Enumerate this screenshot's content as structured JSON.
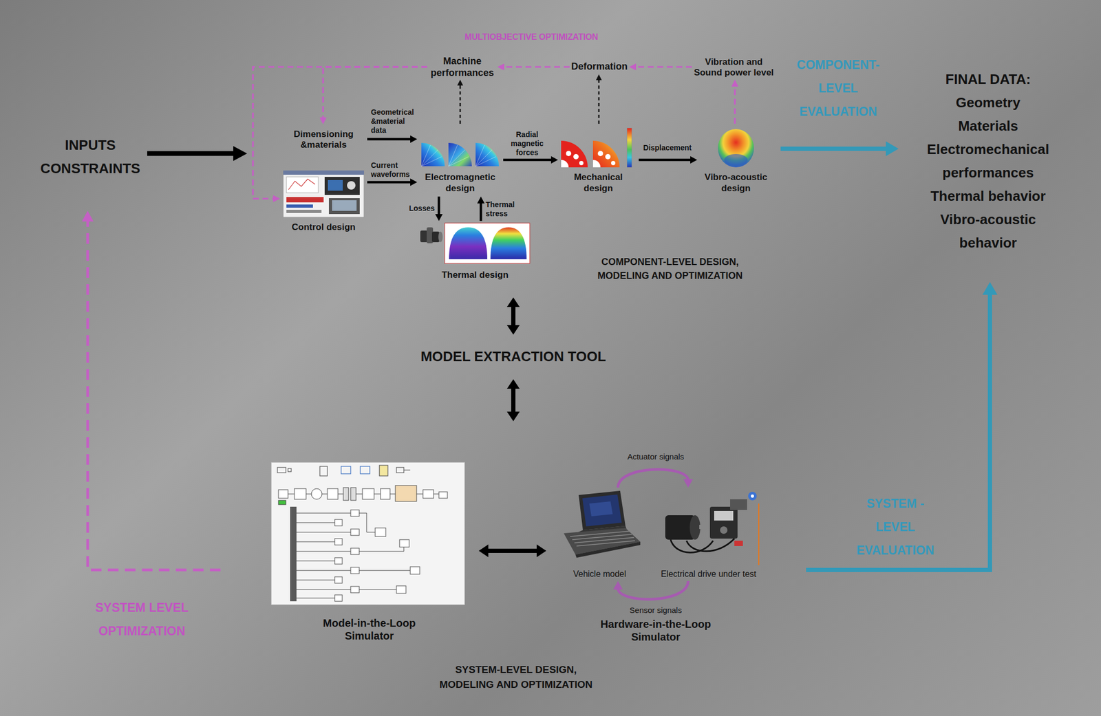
{
  "diagram": {
    "nodes": [
      {
        "text": [
          "INPUTS CONSTRAINTS"
        ]
      },
      {
        "text": [
          "MULTIOBJECTIVE OPTIMIZATION",
          "COMPONENT-LEVEL DESIGN, MODELING AND OPTIMIZATION"
        ]
      },
      {
        "text": [
          "Dimensioning &materials"
        ],
        "in": 1
      },
      {
        "text": [
          "Control design"
        ],
        "in": 1
      },
      {
        "text": [
          "Electromagnetic design"
        ],
        "in": 1
      },
      {
        "text": [
          "Mechanical design"
        ],
        "in": 1
      },
      {
        "text": [
          "Vibro-acoustic design"
        ],
        "in": 1
      },
      {
        "text": [
          "Thermal design"
        ],
        "in": 1
      },
      {
        "text": [
          "Machine performances"
        ],
        "in": 1
      },
      {
        "text": [
          "Deformation"
        ],
        "in": 1
      },
      {
        "text": [
          "Vibration and Sound power level"
        ],
        "in": 1
      },
      {
        "text": [
          "FINAL DATA:",
          "Geometry",
          "Materials",
          "Electromechanical performances",
          "Thermal behavior",
          "Vibro-acoustic behavior"
        ]
      },
      {
        "text": [
          "MODEL EXTRACTION TOOL"
        ]
      },
      {
        "text": [
          "SYSTEM-LEVEL DESIGN, MODELING AND OPTIMIZATION"
        ]
      },
      {
        "text": [
          "Model-in-the-Loop Simulator"
        ],
        "in": 13
      },
      {
        "text": [
          "Hardware-in-the-Loop Simulator"
        ],
        "in": 13
      },
      {
        "text": [
          "Vehicle model"
        ],
        "in": 15
      },
      {
        "text": [
          "Electrical drive under test"
        ],
        "in": 15
      }
    ],
    "edges": [
      {
        "from": 0,
        "to": 1,
        "arrow": "to"
      },
      {
        "from": 2,
        "to": 4,
        "label": "Geometrical &material data",
        "arrow": "to"
      },
      {
        "from": 3,
        "to": 4,
        "label": "Current waveforms",
        "arrow": "to"
      },
      {
        "from": 4,
        "to": 5,
        "label": "Radial magnetic forces",
        "arrow": "to"
      },
      {
        "from": 5,
        "to": 6,
        "label": "Displacement",
        "arrow": "to"
      },
      {
        "from": 4,
        "to": 7,
        "label": "Losses",
        "arrow": "to"
      },
      {
        "from": 7,
        "to": 4,
        "label": "Thermal stress",
        "arrow": "to"
      },
      {
        "from": 4,
        "to": 8,
        "arrow": "to"
      },
      {
        "from": 5,
        "to": 9,
        "arrow": "to"
      },
      {
        "from": 6,
        "to": 10,
        "arrow": "to"
      },
      {
        "from": 10,
        "to": 9,
        "arrow": "to"
      },
      {
        "from": 9,
        "to": 8,
        "arrow": "to"
      },
      {
        "from": 8,
        "to": 2,
        "arrow": "to"
      },
      {
        "from": 8,
        "to": 3,
        "arrow": "to"
      },
      {
        "from": 1,
        "to": 11,
        "label": "COMPONENT-LEVEL EVALUATION",
        "arrow": "to"
      },
      {
        "from": 1,
        "to": 12,
        "arrow": "both"
      },
      {
        "from": 12,
        "to": 13,
        "arrow": "both"
      },
      {
        "from": 14,
        "to": 15,
        "arrow": "both"
      },
      {
        "from": 16,
        "to": 17,
        "label": "Actuator signals",
        "arrow": "to"
      },
      {
        "from": 17,
        "to": 16,
        "label": "Sensor signals",
        "arrow": "to"
      },
      {
        "from": 13,
        "to": 11,
        "label": "SYSTEM - LEVEL EVALUATION",
        "arrow": "to"
      },
      {
        "from": 13,
        "to": 0,
        "label": "SYSTEM LEVEL OPTIMIZATION",
        "arrow": "to"
      }
    ]
  }
}
